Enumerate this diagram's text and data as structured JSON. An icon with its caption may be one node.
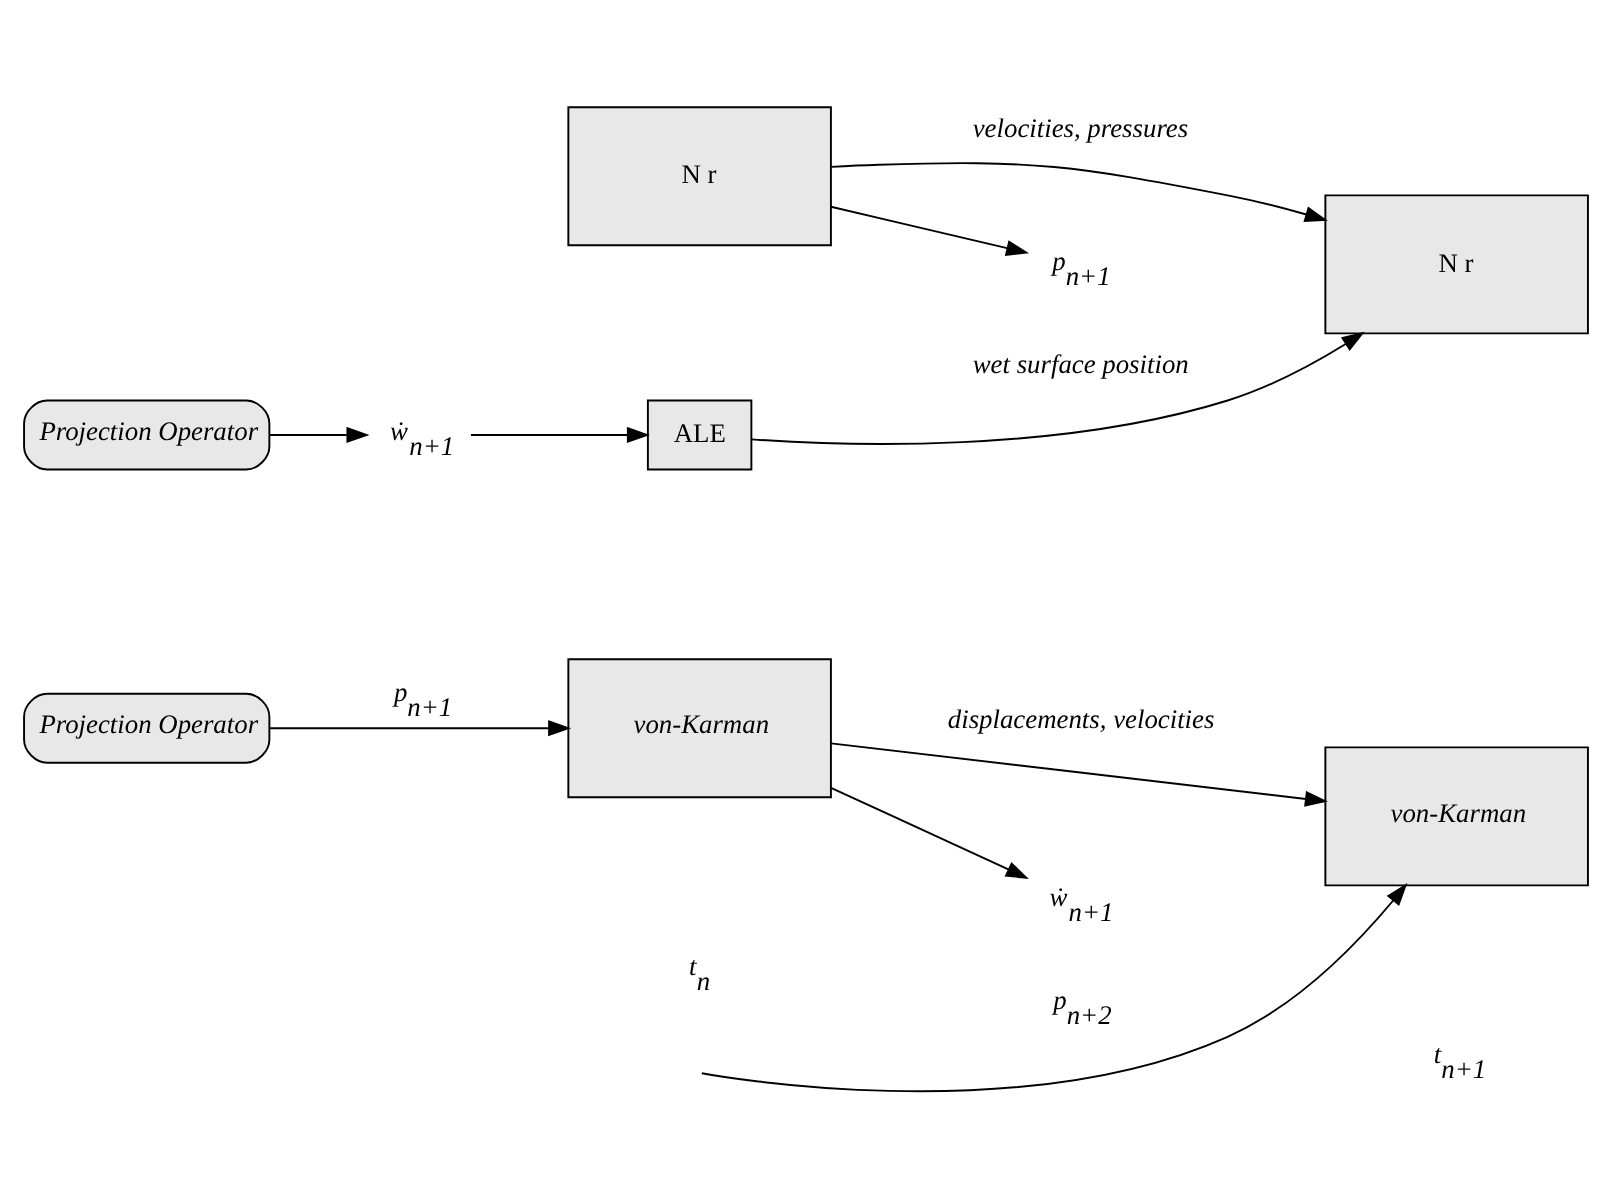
{
  "diagram": {
    "nodes": [
      {
        "text": [
          "N r"
        ]
      },
      {
        "text": [
          "N r"
        ]
      },
      {
        "text": [
          "ALE"
        ]
      },
      {
        "text": [
          "Projection Operator"
        ]
      },
      {
        "text": [
          "Projection Operator"
        ]
      },
      {
        "text": [
          "von-Karman"
        ]
      },
      {
        "text": [
          "von-Karman"
        ]
      },
      {
        "text": [
          "p$_{n+1}$"
        ]
      },
      {
        "text": [
          "ẇ$_{n+1}$"
        ]
      },
      {
        "text": [
          "ẇ$_{n+1}$"
        ]
      }
    ],
    "edges": [
      {
        "from": 0,
        "to": 1,
        "arrow": "to",
        "label": "velocities, pressures"
      },
      {
        "from": 0,
        "to": 7,
        "arrow": "to"
      },
      {
        "from": 2,
        "to": 1,
        "arrow": "to",
        "label": "wet surface position"
      },
      {
        "from": 8,
        "to": 2,
        "arrow": "to"
      },
      {
        "from": 4,
        "to": 8,
        "arrow": "to"
      },
      {
        "from": 3,
        "to": 5,
        "arrow": "to",
        "label": "p$_{n+1}$"
      },
      {
        "from": 5,
        "to": 9,
        "arrow": "to"
      },
      {
        "from": null,
        "to": 6,
        "arrow": "to",
        "label": "p$_{n+2}$"
      },
      {
        "from": 5,
        "to": 6,
        "arrow": "to",
        "label": "displacements, velocities"
      }
    ],
    "labels": [
      "t$_{n}$",
      "t$_{n+1}$"
    ]
  }
}
